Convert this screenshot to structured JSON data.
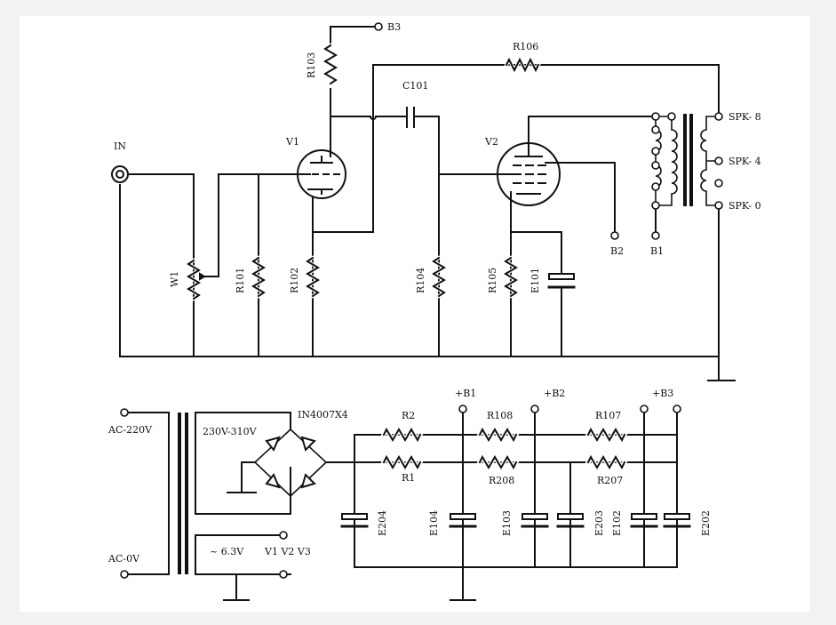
{
  "labels": {
    "b3_top": "B3",
    "r103": "R103",
    "r106": "R106",
    "c101": "C101",
    "v1": "V1",
    "v2": "V2",
    "in": "IN",
    "spk8": "SPK- 8",
    "spk4": "SPK- 4",
    "spk0": "SPK- 0",
    "w1": "W1",
    "r101": "R101",
    "r102": "R102",
    "r104": "R104",
    "r105": "R105",
    "e101": "E101",
    "b2": "B2",
    "b1": "B1",
    "b1p": "+B1",
    "b2p": "+B2",
    "b3p": "+B3",
    "ac220": "AC-220V",
    "ac0": "AC-0V",
    "v230": "230V-310V",
    "diode": "IN4007X4",
    "r2": "R2",
    "r1": "R1",
    "r108": "R108",
    "r208": "R208",
    "r107": "R107",
    "r207": "R207",
    "e204": "E204",
    "e104": "E104",
    "e103": "E103",
    "e203": "E203",
    "e102": "E102",
    "e202": "E202",
    "heater": "~ 6.3V",
    "heater_tubes": "V1  V2  V3"
  }
}
